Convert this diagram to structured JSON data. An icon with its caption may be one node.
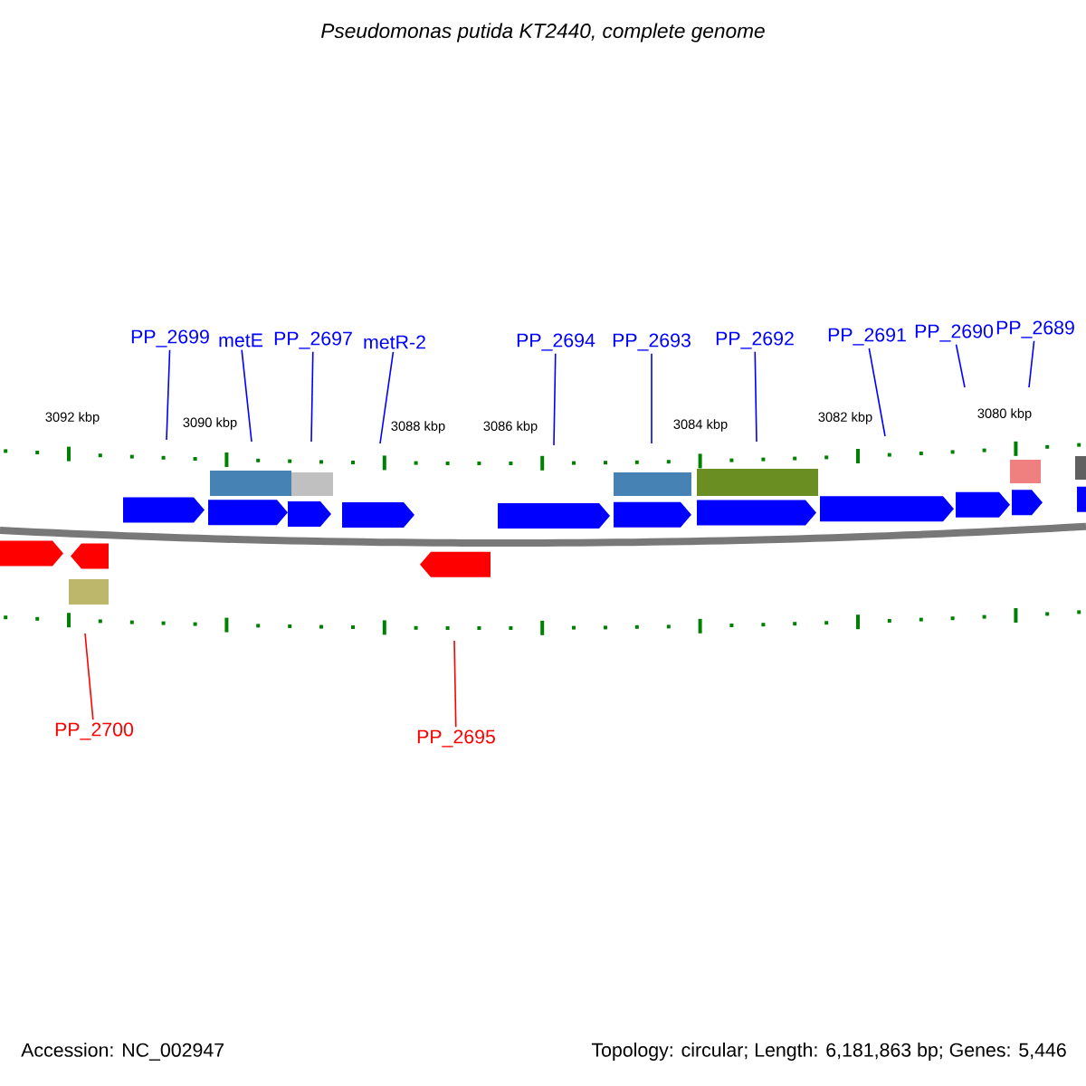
{
  "diagram": {
    "title": "Pseudomonas putida KT2440, complete genome",
    "nodes": [
      {
        "text": [
          "PP_2699"
        ]
      },
      {
        "text": [
          "metE"
        ]
      },
      {
        "text": [
          "PP_2697"
        ]
      },
      {
        "text": [
          "metR-2"
        ]
      },
      {
        "text": [
          "PP_2694"
        ]
      },
      {
        "text": [
          "PP_2693"
        ]
      },
      {
        "text": [
          "PP_2692"
        ]
      },
      {
        "text": [
          "PP_2691"
        ]
      },
      {
        "text": [
          "PP_2690"
        ]
      },
      {
        "text": [
          "PP_2689"
        ]
      },
      {
        "text": [
          "PP_2700"
        ]
      },
      {
        "text": [
          "PP_2695"
        ]
      }
    ],
    "edges": [
      {
        "from": 0,
        "to": null,
        "arrow": "none"
      },
      {
        "from": 1,
        "to": null,
        "arrow": "none"
      },
      {
        "from": 2,
        "to": null,
        "arrow": "none"
      },
      {
        "from": 3,
        "to": null,
        "arrow": "none"
      },
      {
        "from": 4,
        "to": null,
        "arrow": "none"
      },
      {
        "from": 5,
        "to": null,
        "arrow": "none"
      },
      {
        "from": 6,
        "to": null,
        "arrow": "none"
      },
      {
        "from": 7,
        "to": null,
        "arrow": "none"
      },
      {
        "from": 8,
        "to": null,
        "arrow": "none"
      },
      {
        "from": 9,
        "to": null,
        "arrow": "none"
      },
      {
        "from": 10,
        "to": null,
        "arrow": "none",
        "color": "#ff0000"
      },
      {
        "from": 11,
        "to": null,
        "arrow": "none",
        "color": "#ff0000"
      }
    ],
    "labels": [
      "3092 kbp",
      "3090 kbp",
      "3088 kbp",
      "3086 kbp",
      "3084 kbp",
      "3082 kbp",
      "3080 kbp",
      "Accession: NC_002947",
      "Topology: circular; Length: 6,181,863 bp; Genes: 5,446"
    ]
  }
}
